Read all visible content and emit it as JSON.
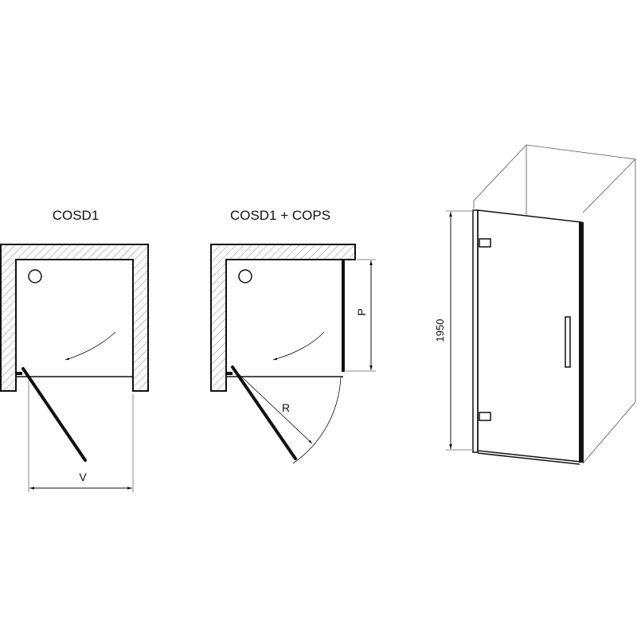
{
  "plans": [
    {
      "title": "COSD1",
      "width_label": "V"
    },
    {
      "title": "COSD1 + COPS",
      "radius_label": "R",
      "panel_label": "P"
    }
  ],
  "elevation": {
    "height_label": "1950"
  },
  "colors": {
    "line": "#111111",
    "hatch": "#555555",
    "thin": "#888888"
  }
}
